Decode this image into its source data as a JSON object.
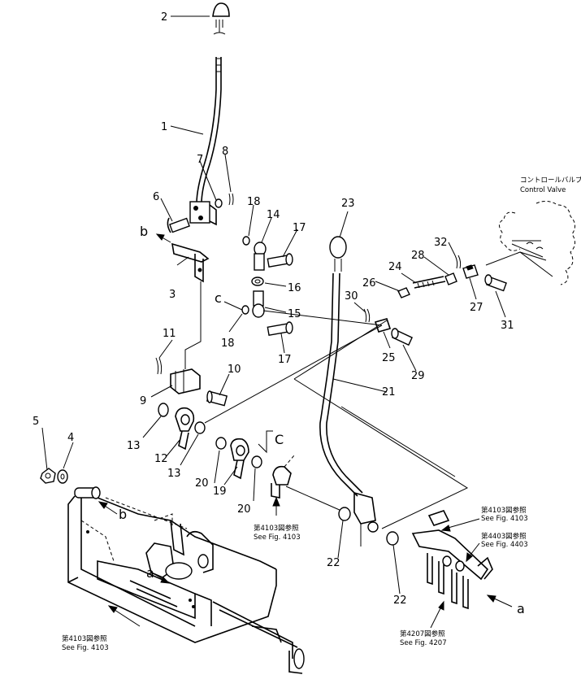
{
  "callouts": {
    "n1": "1",
    "n2": "2",
    "n3": "3",
    "n4": "4",
    "n5": "5",
    "n6": "6",
    "n7": "7",
    "n8": "8",
    "n9": "9",
    "n10": "10",
    "n11": "11",
    "n12": "12",
    "n13a": "13",
    "n13b": "13",
    "n14": "14",
    "n15": "15",
    "n16": "16",
    "n17a": "17",
    "n17b": "17",
    "n18a": "18",
    "n18b": "18",
    "n19": "19",
    "n20a": "20",
    "n20b": "20",
    "n21": "21",
    "n22a": "22",
    "n22b": "22",
    "n23": "23",
    "n24": "24",
    "n25": "25",
    "n26": "26",
    "n27": "27",
    "n28": "28",
    "n29": "29",
    "n30": "30",
    "n31": "31",
    "n32": "32"
  },
  "letters": {
    "b_top": "b",
    "b_bottom": "b",
    "c_mid": "c",
    "c_right": "C",
    "a_frame": "a",
    "a_right": "a"
  },
  "references": {
    "control_valve_jp": "コントロールバルブ",
    "control_valve_en": "Control Valve",
    "ref4103_mid_jp": "第4103図参照",
    "ref4103_mid_en": "See Fig. 4103",
    "ref4103_right_jp": "第4103図参照",
    "ref4103_right_en": "See Fig. 4103",
    "ref4403_jp": "第4403図参照",
    "ref4403_en": "See Fig. 4403",
    "ref4207_jp": "第4207図参照",
    "ref4207_en": "See Fig. 4207",
    "ref4103_bottom_jp": "第4103図参照",
    "ref4103_bottom_en": "See Fig. 4103"
  }
}
